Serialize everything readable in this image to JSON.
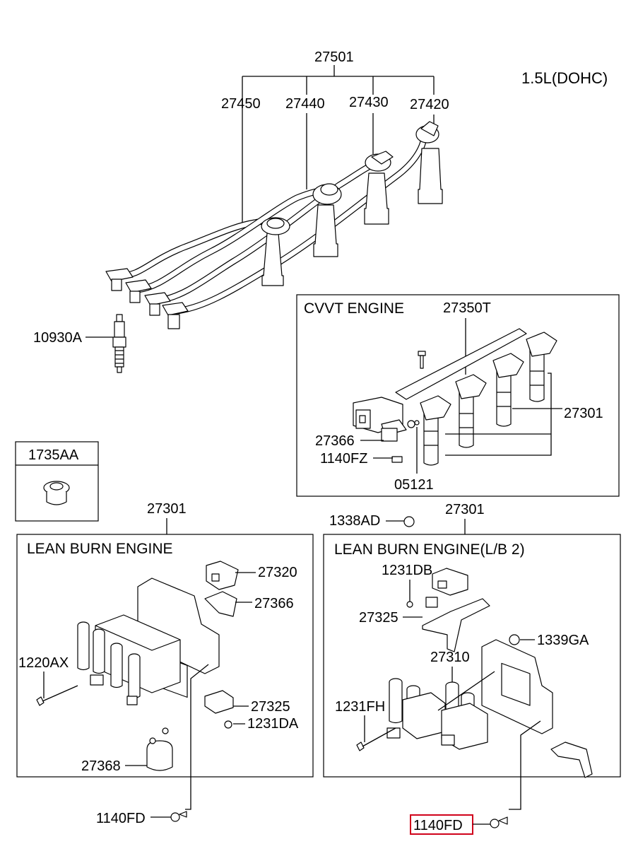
{
  "engine_spec": "1.5L(DOHC)",
  "parts": {
    "set": "27501",
    "cable_1": "27450",
    "cable_2": "27440",
    "cable_3": "27430",
    "cable_4": "27420",
    "spark_plug": "10930A",
    "grommet": "1735AA",
    "coil_assy_cvvt": "27350T",
    "coil_cvvt": "27301",
    "sensor_cvvt": "27366",
    "bolt_cvvt": "1140FZ",
    "bolt_cvvt_2": "05121",
    "coil_lean": "27301",
    "nut": "1338AD",
    "coil_lean_lb2": "27301",
    "connector_lean": "27320",
    "bracket_lean": "27366",
    "bolt_lean": "1220AX",
    "clamp_lean": "27325",
    "screw_lean": "1231DA",
    "connector_cap_lean": "27368",
    "bolt_lean_bottom": "1140FD",
    "screw_lb2": "1231DB",
    "clamp_lb2": "27325",
    "nut_lb2": "1339GA",
    "coil_lb2": "27310",
    "bolt_lb2": "1231FH",
    "bolt_lb2_bottom": "1140FD"
  },
  "sections": {
    "cvvt": "CVVT ENGINE",
    "lean": "LEAN BURN ENGINE",
    "lean_lb2": "LEAN BURN ENGINE(L/B 2)"
  },
  "highlight_color": "#d0021b"
}
